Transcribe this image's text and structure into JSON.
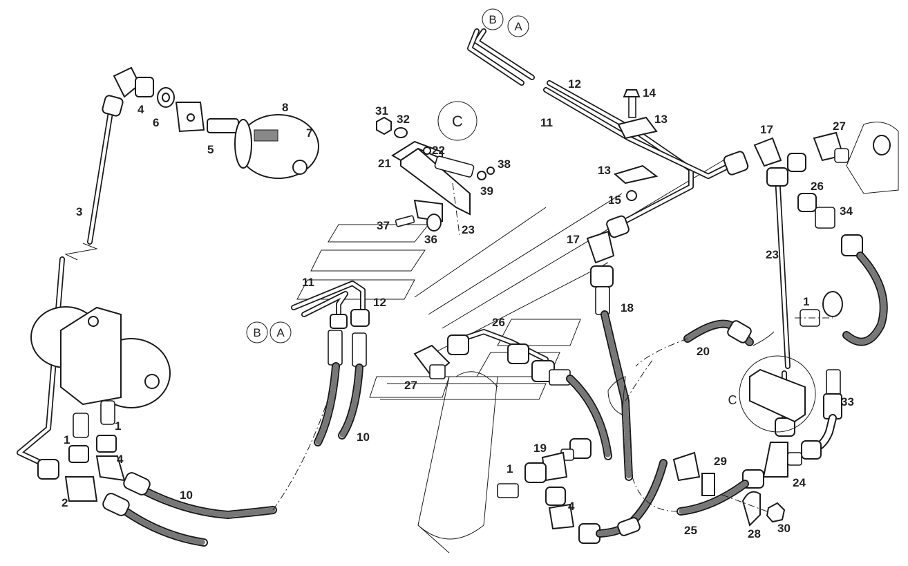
{
  "callouts": [
    {
      "id": "p1a",
      "text": "1"
    },
    {
      "id": "p1b",
      "text": "1"
    },
    {
      "id": "p1c",
      "text": "1"
    },
    {
      "id": "p1d",
      "text": "1"
    },
    {
      "id": "p2",
      "text": "2"
    },
    {
      "id": "p3",
      "text": "3"
    },
    {
      "id": "p4a",
      "text": "4"
    },
    {
      "id": "p4b",
      "text": "4"
    },
    {
      "id": "p4c",
      "text": "4"
    },
    {
      "id": "p5",
      "text": "5"
    },
    {
      "id": "p6",
      "text": "6"
    },
    {
      "id": "p7",
      "text": "7"
    },
    {
      "id": "p8",
      "text": "8"
    },
    {
      "id": "p10a",
      "text": "10"
    },
    {
      "id": "p10b",
      "text": "10"
    },
    {
      "id": "p11a",
      "text": "11"
    },
    {
      "id": "p11b",
      "text": "11"
    },
    {
      "id": "p12a",
      "text": "12"
    },
    {
      "id": "p12b",
      "text": "12"
    },
    {
      "id": "p13a",
      "text": "13"
    },
    {
      "id": "p13b",
      "text": "13"
    },
    {
      "id": "p14",
      "text": "14"
    },
    {
      "id": "p15",
      "text": "15"
    },
    {
      "id": "p17a",
      "text": "17"
    },
    {
      "id": "p17b",
      "text": "17"
    },
    {
      "id": "p18",
      "text": "18"
    },
    {
      "id": "p19",
      "text": "19"
    },
    {
      "id": "p20",
      "text": "20"
    },
    {
      "id": "p21",
      "text": "21"
    },
    {
      "id": "p22",
      "text": "22"
    },
    {
      "id": "p23a",
      "text": "23"
    },
    {
      "id": "p23b",
      "text": "23"
    },
    {
      "id": "p24",
      "text": "24"
    },
    {
      "id": "p25",
      "text": "25"
    },
    {
      "id": "p26a",
      "text": "26"
    },
    {
      "id": "p26b",
      "text": "26"
    },
    {
      "id": "p27a",
      "text": "27"
    },
    {
      "id": "p27b",
      "text": "27"
    },
    {
      "id": "p28",
      "text": "28"
    },
    {
      "id": "p29",
      "text": "29"
    },
    {
      "id": "p30",
      "text": "30"
    },
    {
      "id": "p31",
      "text": "31"
    },
    {
      "id": "p32",
      "text": "32"
    },
    {
      "id": "p33",
      "text": "33"
    },
    {
      "id": "p34",
      "text": "34"
    },
    {
      "id": "p36",
      "text": "36"
    },
    {
      "id": "p37",
      "text": "37"
    },
    {
      "id": "p38",
      "text": "38"
    },
    {
      "id": "p39",
      "text": "39"
    }
  ],
  "circle_tags": [
    {
      "id": "tagB1",
      "text": "B"
    },
    {
      "id": "tagA1",
      "text": "A"
    },
    {
      "id": "tagB2",
      "text": "B"
    },
    {
      "id": "tagA2",
      "text": "A"
    },
    {
      "id": "tagC1",
      "text": "C"
    }
  ],
  "detail_label": "C"
}
